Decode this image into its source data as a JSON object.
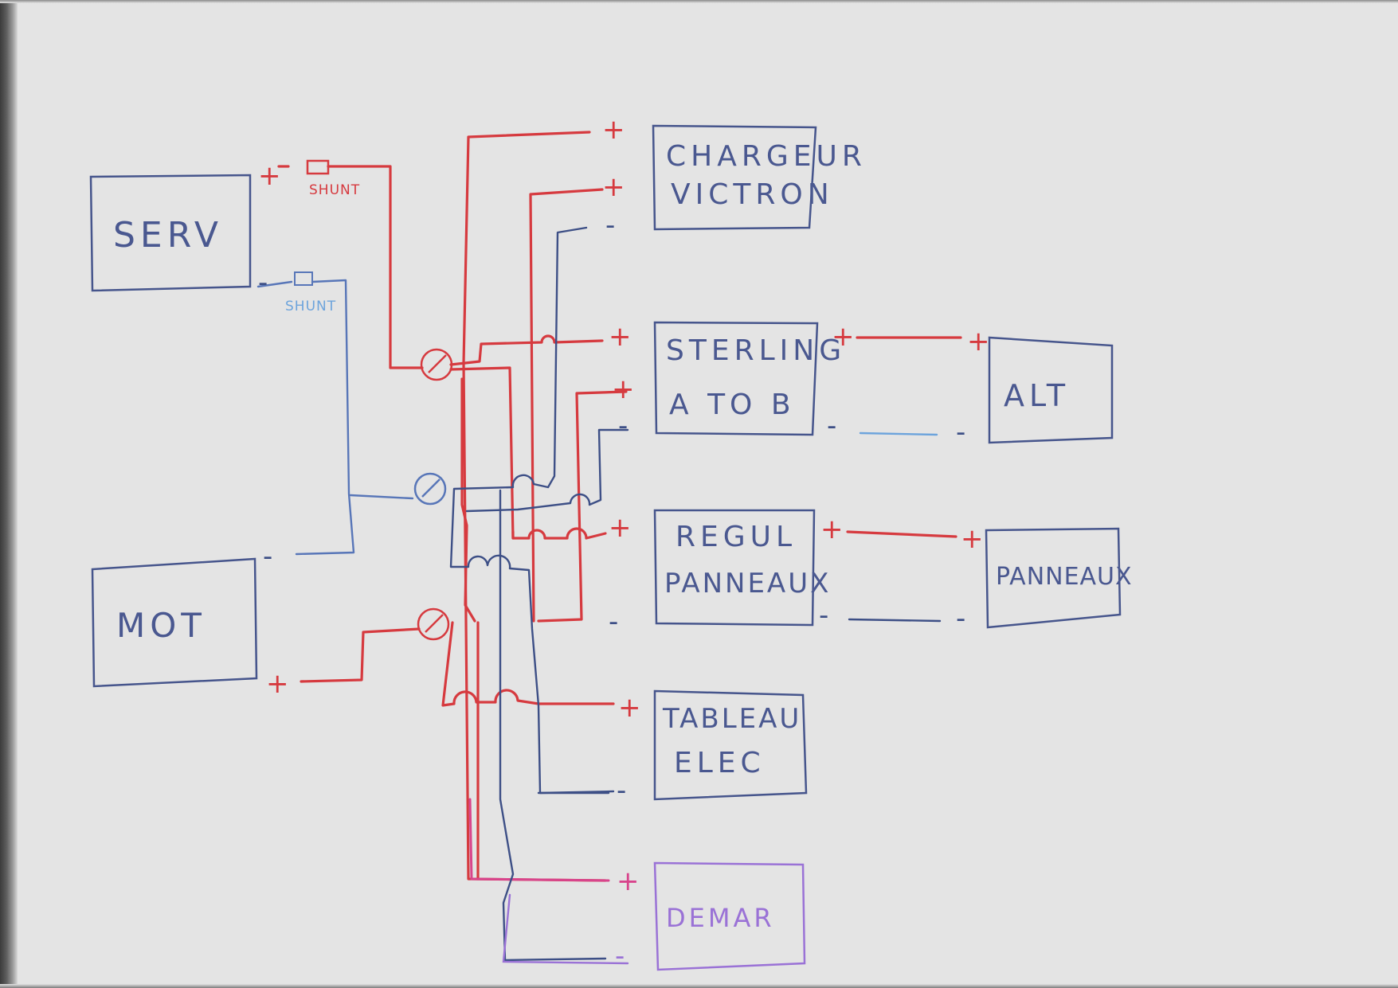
{
  "colors": {
    "paper": "#e4e4e4",
    "red_wire": "#d63a3f",
    "blue_wire": "#5876b8",
    "light_blue_wire": "#6da4dc",
    "navy_wire": "#3d4f86",
    "pink_wire": "#d8448c",
    "purple": "#9a72d6",
    "box_ink": "#46558c"
  },
  "boxes": {
    "serv": "SERV",
    "mot": "MOT",
    "chargeur_1": "CHARGEUR",
    "chargeur_2": "VICTRON",
    "sterling_1": "STERLING",
    "sterling_2": "A TO B",
    "regul_1": "REGUL",
    "regul_2": "PANNEAUX",
    "tableau_1": "TABLEAU",
    "tableau_2": "ELEC",
    "demar": "DEMAR",
    "alt": "ALT",
    "panneaux": "PANNEAUX"
  },
  "shunts": {
    "top": "SHUNT",
    "bottom": "SHUNT"
  },
  "terminals": {
    "plus": "+",
    "minus": "-"
  }
}
